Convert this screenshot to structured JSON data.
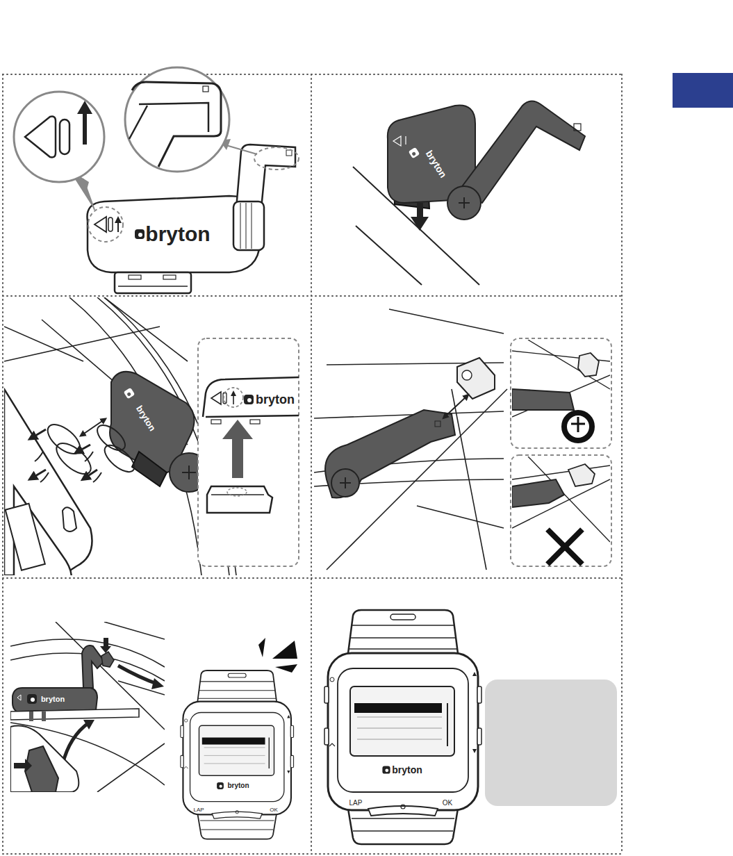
{
  "diagram": {
    "labels": [
      "bryton",
      "bryton",
      "bryton",
      "bryton",
      "bryton",
      "bryton",
      "LAP",
      "OK",
      "bryton",
      "LAP",
      "OK"
    ]
  }
}
